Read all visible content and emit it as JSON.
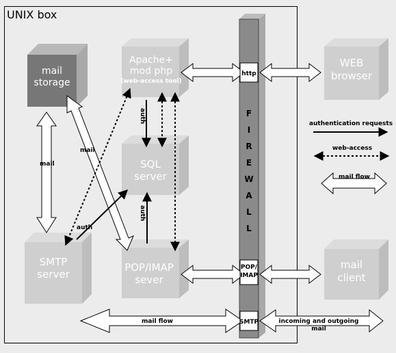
{
  "box_title": "UNIX box",
  "colors": {
    "background": "#ececec",
    "light_box_front": "#cfcfcf",
    "dark_box_front": "#777777",
    "firewall": "#8a8a8a",
    "arrow_fill": "#ffffff",
    "arrow_stroke": "#000000"
  },
  "nodes": {
    "mail_storage": {
      "line1": "mail",
      "line2": "storage"
    },
    "apache": {
      "line1": "Apache+",
      "line2": "mod php",
      "sub": "(web-access tool)"
    },
    "sql": {
      "line1": "SQL",
      "line2": "server"
    },
    "pop": {
      "line1": "POP/IMAP",
      "line2": "sever"
    },
    "smtp": {
      "line1": "SMTP",
      "line2": "server"
    },
    "web_browser": {
      "line1": "WEB",
      "line2": "browser"
    },
    "mail_client": {
      "line1": "mail",
      "line2": "client"
    }
  },
  "firewall": {
    "letters": [
      "F",
      "I",
      "R",
      "E",
      "W",
      "A",
      "L",
      "L"
    ],
    "ports": {
      "http": "http",
      "pop_line1": "POP/",
      "pop_line2": "IMAP",
      "smtp": "SMTP"
    }
  },
  "edge_labels": {
    "auth": "auth",
    "mail": "mail",
    "mail_flow": "mail flow",
    "incoming_line1": "incoming and outgoing",
    "incoming_line2": "mail"
  },
  "legend": {
    "auth_requests": "authentication requests",
    "web_access": "web-access",
    "mail_flow": "mail flow"
  }
}
